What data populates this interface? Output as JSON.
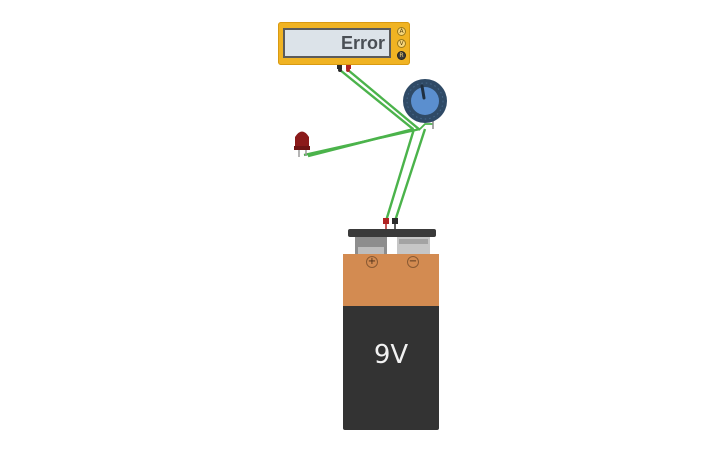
{
  "multimeter": {
    "display": "Error",
    "modes": [
      "A",
      "V",
      "R"
    ],
    "active_mode": "R"
  },
  "battery": {
    "label": "9V",
    "positive_symbol": "+",
    "negative_symbol": "−"
  },
  "colors": {
    "wire": "#4bb34b",
    "meter_body": "#f0b323",
    "led": "#8b1a1a",
    "pot_knob": "#5b8fcf",
    "pot_body": "#2f4a66",
    "battery_top": "#d38b51",
    "battery_body": "#333333"
  }
}
